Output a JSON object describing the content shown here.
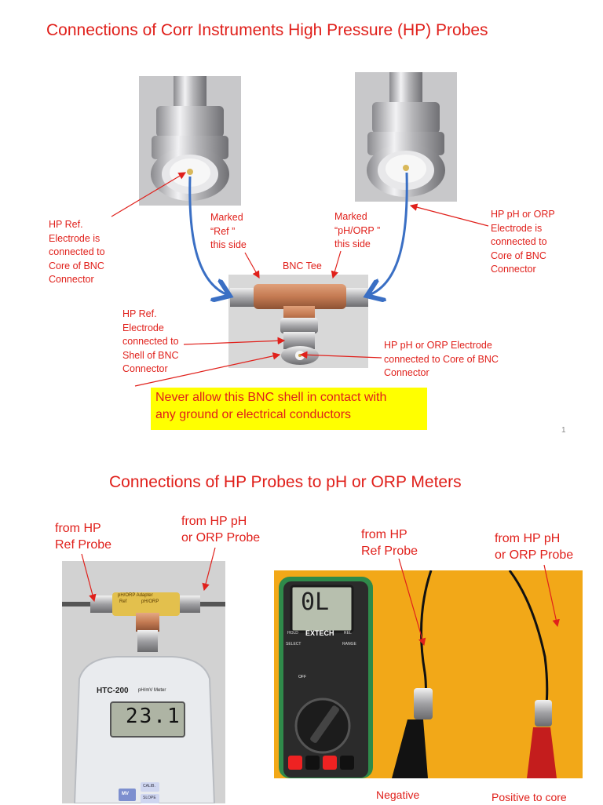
{
  "slide1": {
    "title": "Connections of Corr Instruments High Pressure (HP) Probes",
    "labels": {
      "ref_core": "HP Ref.\nElectrode is\nconnected to\nCore of BNC\nConnector",
      "marked_ref": "Marked\n“Ref ”\nthis side",
      "marked_ph": "Marked\n“pH/ORP ”\nthis side",
      "ph_core": "HP pH or ORP\nElectrode is\nconnected to\nCore of BNC\nConnector",
      "bnc_tee": "BNC Tee",
      "ref_shell": "HP Ref.\nElectrode\nconnected to\nShell of BNC\nConnector",
      "ph_core2": "HP pH or ORP Electrode\nconnected to Core of BNC\nConnector"
    },
    "warning": "Never allow this BNC shell in contact with\nany ground or electrical  conductors",
    "page_number": "1"
  },
  "slide2": {
    "title": "Connections of HP Probes to pH or ORP Meters",
    "labels": {
      "from_ref_left": "from HP\nRef Probe",
      "from_ph_left": "from HP pH\nor ORP Probe",
      "from_ref_right": "from HP\nRef Probe",
      "from_ph_right": "from HP pH\nor ORP Probe",
      "negative": "Negative",
      "positive": "Positive to core"
    },
    "adapter_label": "pH/ORP Adapter",
    "adapter_ref": "Ref",
    "adapter_ph": "pH/ORP",
    "meter_brand": "HTC-200",
    "meter_unit": "pH/mV Meter",
    "meter_reading": "23.1",
    "meter_btn_mv": "MV",
    "meter_btn_calib": "CALIB.",
    "meter_btn_slope": "SLOPE",
    "dmm_brand": "EXTECH",
    "dmm_reading": "0L",
    "dmm_btn_hold": "HOLD",
    "dmm_btn_rel": "REL",
    "dmm_btn_select": "SELECT",
    "dmm_btn_range": "RANGE",
    "dmm_off": "OFF"
  },
  "colors": {
    "text_red": "#e0201b",
    "arrow_blue": "#3a6fc4",
    "highlight_yellow": "#ffff00",
    "backdrop_orange": "#f2a818"
  }
}
